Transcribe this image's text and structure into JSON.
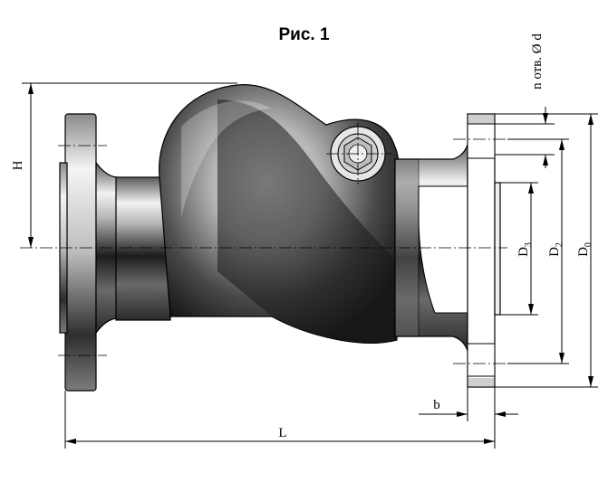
{
  "figure": {
    "title": "Рис. 1"
  },
  "dimensions": {
    "height": "H",
    "length": "L",
    "flange_thickness": "b",
    "d3": "D",
    "d3_sub": "3",
    "d2": "D",
    "d2_sub": "2",
    "d0": "D",
    "d0_sub": "0",
    "holes": "n отв. Ø d"
  }
}
